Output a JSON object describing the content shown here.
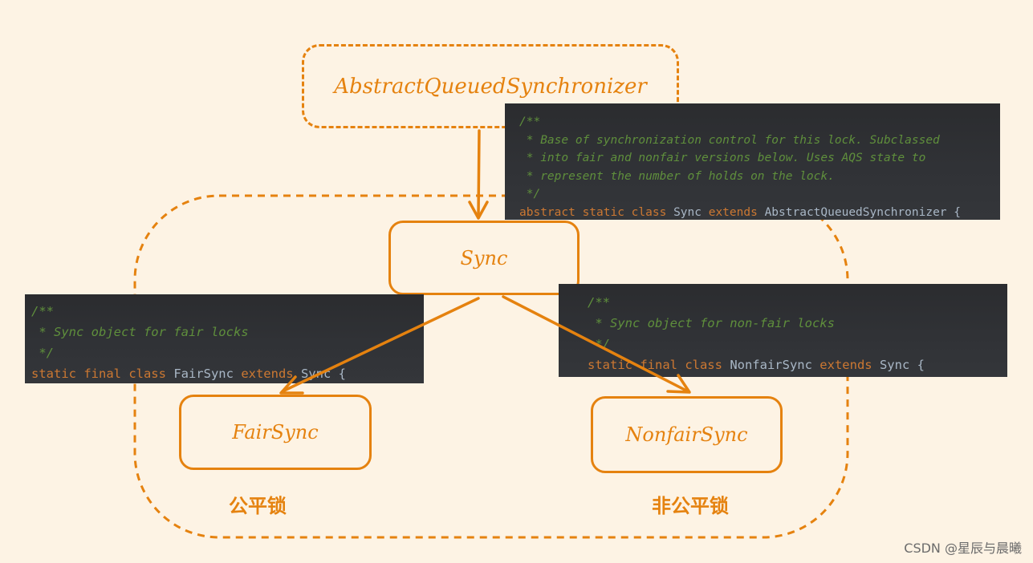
{
  "nodes": {
    "aqs": "AbstractQueuedSynchronizer",
    "sync": "Sync",
    "fair": "FairSync",
    "nonfair": "NonfairSync"
  },
  "code_sync": {
    "l1": "/**",
    "l2": " * Base of synchronization control for this lock. Subclassed",
    "l3": " * into fair and nonfair versions below. Uses AQS state to",
    "l4": " * represent the number of holds on the lock.",
    "l5": " */",
    "decl_kw": "abstract static class ",
    "decl_name": "Sync ",
    "decl_ext": "extends ",
    "decl_parent": "AbstractQueuedSynchronizer {"
  },
  "code_fair": {
    "l1": "/**",
    "l2": " * Sync object for fair locks",
    "l3": " */",
    "decl_kw": "static final class ",
    "decl_name": "FairSync ",
    "decl_ext": "extends ",
    "decl_parent": "Sync {"
  },
  "code_nonfair": {
    "l1": "/**",
    "l2": " * Sync object for non-fair locks",
    "l3": " */",
    "decl_kw": "static final class ",
    "decl_name": "NonfairSync ",
    "decl_ext": "extends ",
    "decl_parent": "Sync {"
  },
  "labels": {
    "fair_lock": "公平锁",
    "nonfair_lock": "非公平锁"
  },
  "watermark": "CSDN @星辰与晨曦",
  "colors": {
    "accent": "#e5820f",
    "background": "#fdf3e4",
    "code_bg": "#2b2c2f"
  }
}
